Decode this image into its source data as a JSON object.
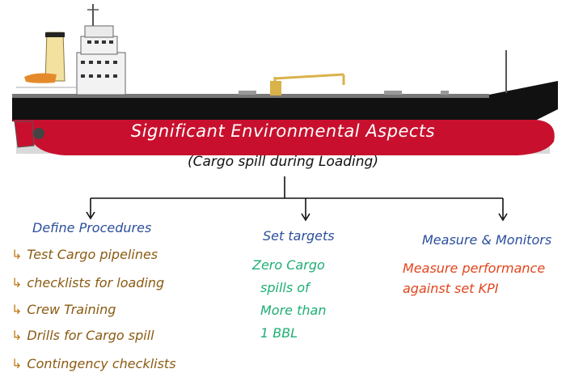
{
  "title": "Significant Environmental Aspects",
  "subtitle": "(Cargo spill during Loading)",
  "colors": {
    "hull_red": "#c8102e",
    "hull_black": "#111111",
    "procedures": "#2c4f9c",
    "procedure_items": "#8a5a12",
    "targets_text": "#1fae74",
    "measure_text": "#e2451d"
  },
  "branches": [
    {
      "heading": "Define Procedures",
      "items": [
        "Test Cargo pipelines",
        "checklists for loading",
        "Crew Training",
        "Drills for Cargo spill",
        "Contingency checklists"
      ]
    },
    {
      "heading": "Set targets",
      "lines": [
        "Zero Cargo",
        "spills of",
        "More than",
        "1 BBL"
      ]
    },
    {
      "heading": "Measure & Monitors",
      "lines": [
        "Measure performance",
        "against set KPI"
      ]
    }
  ],
  "bullet_icon": "right-hook-arrow-icon"
}
